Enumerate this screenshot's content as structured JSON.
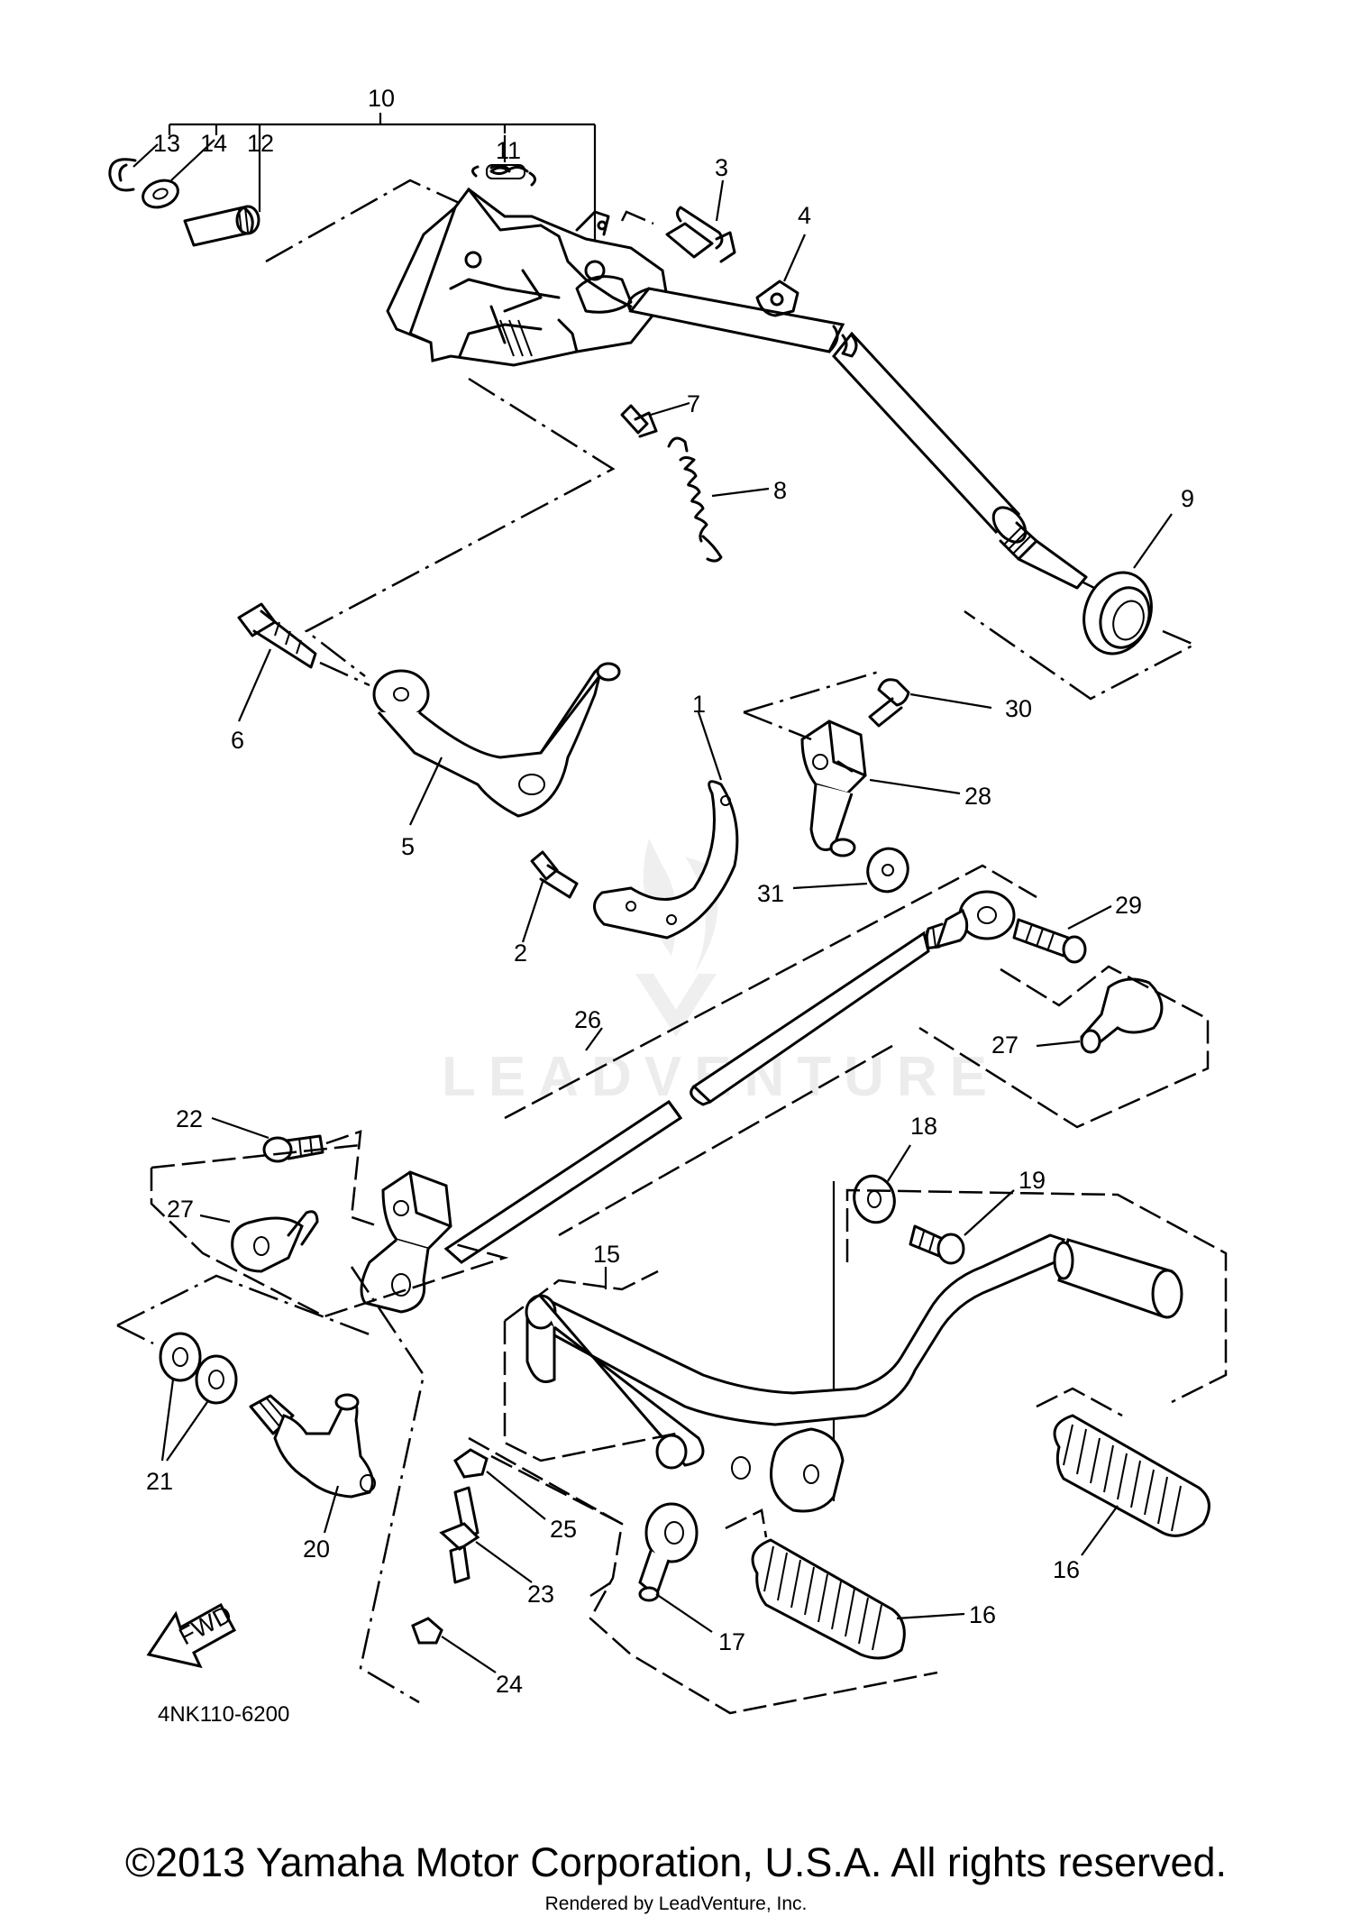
{
  "watermark": {
    "text": "LEADVENTURE"
  },
  "callouts": {
    "c1": "1",
    "c2": "2",
    "c3": "3",
    "c4": "4",
    "c5": "5",
    "c6": "6",
    "c7": "7",
    "c8": "8",
    "c9": "9",
    "c10": "10",
    "c11": "11",
    "c12": "12",
    "c13": "13",
    "c14": "14",
    "c15": "15",
    "c16a": "16",
    "c16b": "16",
    "c17": "17",
    "c18": "18",
    "c19": "19",
    "c20": "20",
    "c21": "21",
    "c22": "22",
    "c23": "23",
    "c24": "24",
    "c25": "25",
    "c26": "26",
    "c27a": "27",
    "c27b": "27",
    "c28": "28",
    "c29": "29",
    "c30": "30",
    "c31": "31"
  },
  "fwd_label": "FWD",
  "diagram_code": "4NK110-6200",
  "copyright": "©2013 Yamaha Motor Corporation, U.S.A. All rights reserved.",
  "rendered_by": "Rendered by LeadVenture, Inc."
}
